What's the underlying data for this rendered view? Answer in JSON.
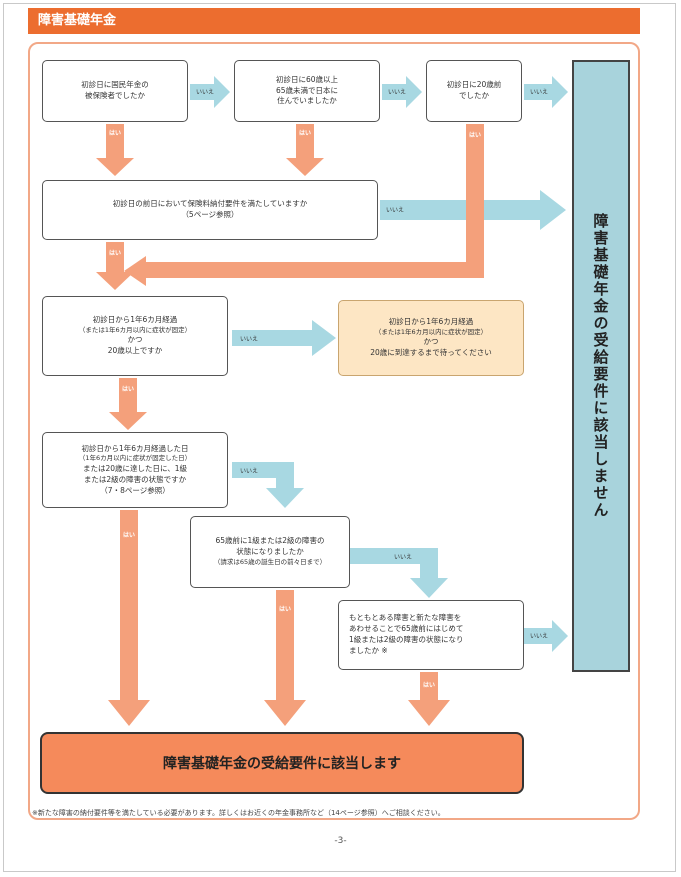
{
  "header": {
    "title": "障害基礎年金"
  },
  "questions": {
    "q1": {
      "lines": [
        "初診日に国民年金の",
        "被保険者でしたか"
      ]
    },
    "q2": {
      "lines": [
        "初診日に60歳以上",
        "65歳未満で日本に",
        "住んでいましたか"
      ]
    },
    "q3": {
      "lines": [
        "初診日に20歳前",
        "でしたか"
      ]
    },
    "q4": {
      "line": "初診日の前日において保険料納付要件を満たしていますか",
      "note": "（5ページ参照）"
    },
    "q5": {
      "lines": [
        "初診日から1年6カ月経過",
        "（または1年6カ月以内に症状が固定）",
        "かつ",
        "20歳以上ですか"
      ]
    },
    "q6": {
      "lines": [
        "初診日から1年6カ月経過した日",
        "（1年6カ月以内に症状が固定した日）",
        "または20歳に達した日に、1級",
        "または2級の障害の状態ですか",
        "（7・8ページ参照）"
      ]
    },
    "q7": {
      "lines": [
        "65歳前に1級または2級の障害の",
        "状態になりましたか"
      ],
      "note": "（請求は65歳の誕生日の前々日まで）"
    },
    "q8": {
      "lines": [
        "もともとある障害と新たな障害を",
        "あわせることで65歳前にはじめて",
        "1級または2級の障害の状態になり",
        "ましたか ※"
      ]
    }
  },
  "wait_box": {
    "lines": [
      "初診日から1年6カ月経過",
      "（または1年6カ月以内に症状が固定）",
      "かつ",
      "20歳に到達するまで待ってください"
    ]
  },
  "labels": {
    "yes": "はい",
    "no": "いいえ"
  },
  "results": {
    "qualified": "障害基礎年金の受給要件に該当します",
    "not_qualified": "障害基礎年金の受給要件に該当しません"
  },
  "footnote": "※新たな障害の納付要件等を満たしている必要があります。詳しくはお近くの年金事務所など（14ページ参照）へご相談ください。",
  "page_number": "-3-",
  "colors": {
    "header": "#ec6d2f",
    "yes_arrow": "#f4a07b",
    "no_arrow": "#a8d8e2",
    "result_yes": "#f58a5b",
    "result_no": "#a8d3dc",
    "wait_box": "#fde6c4"
  }
}
